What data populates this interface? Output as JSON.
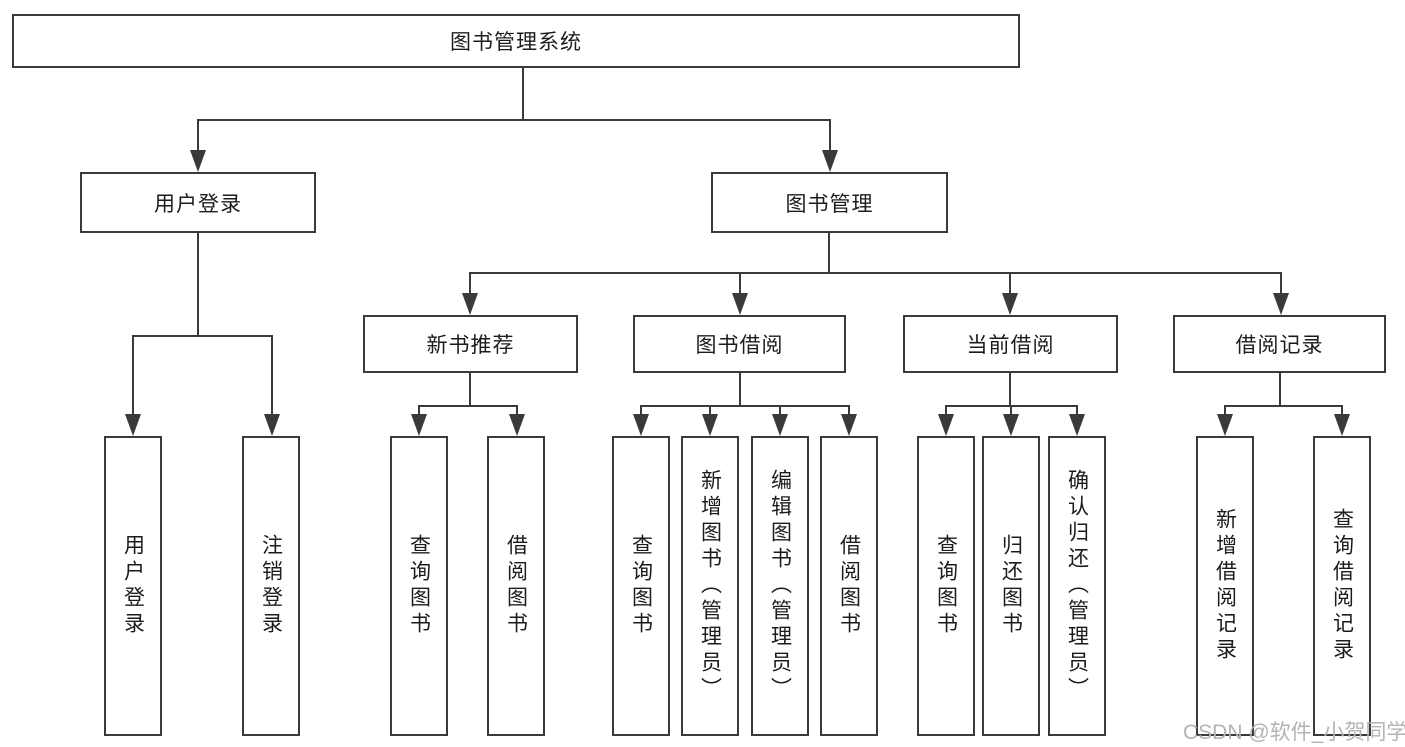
{
  "diagram": {
    "title": "图书管理系统",
    "type": "hierarchy-tree",
    "colors": {
      "line": "#3a3a3a",
      "text": "#1c1c1c",
      "box_background": "#ffffff",
      "page_background": "#ffffff",
      "watermark": "#b3b3b7"
    },
    "nodes": {
      "root": "图书管理系统",
      "level2": {
        "user_login": "用户登录",
        "book_mgmt": "图书管理"
      },
      "level3": {
        "new_book_rec": "新书推荐",
        "book_borrow": "图书借阅",
        "current_borrow": "当前借阅",
        "borrow_records": "借阅记录"
      },
      "leaves": {
        "user_login": "用户登录",
        "logout": "注销登录",
        "rec_query_books": "查询图书",
        "rec_borrow_books": "借阅图书",
        "borrow_query_books": "查询图书",
        "borrow_add_books": "新增图书（管理员）",
        "borrow_edit_books": "编辑图书（管理员）",
        "borrow_borrow_books": "借阅图书",
        "current_query_books": "查询图书",
        "current_return_books": "归还图书",
        "current_confirm_return": "确认归还（管理员）",
        "records_add_record": "新增借阅记录",
        "records_query_record": "查询借阅记录"
      }
    },
    "watermark": "CSDN @软件_小贺同学"
  }
}
